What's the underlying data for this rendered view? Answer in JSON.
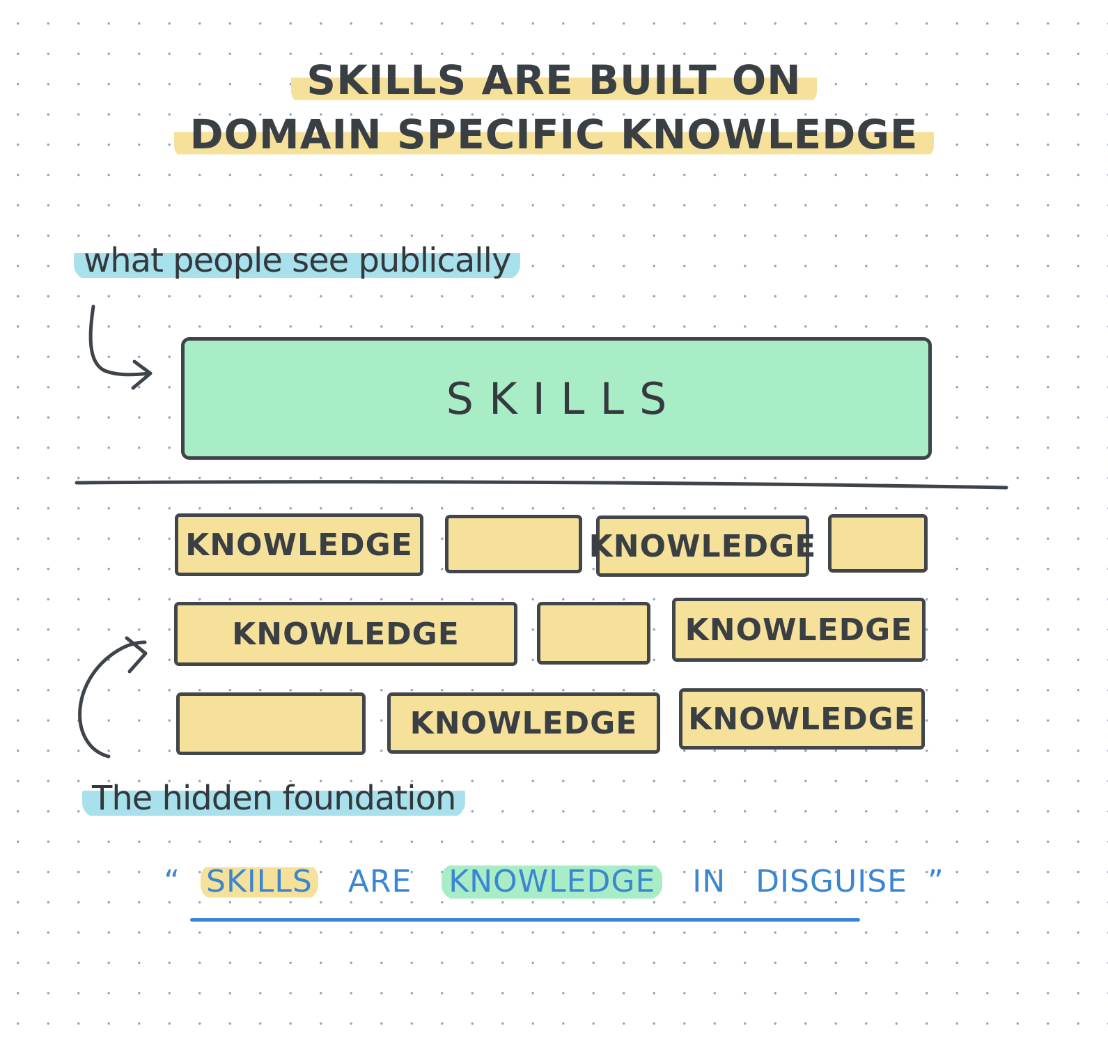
{
  "title": {
    "line1": "SKILLS ARE BUILT ON",
    "line2": "DOMAIN SPECIFIC KNOWLEDGE"
  },
  "annotations": {
    "top": "what people see publically",
    "bottom": "The hidden foundation"
  },
  "skills_box": {
    "label": "SKILLS"
  },
  "knowledge_rows": [
    [
      "KNOWLEDGE",
      "",
      "KNOWLEDGE",
      ""
    ],
    [
      "KNOWLEDGE",
      "",
      "KNOWLEDGE"
    ],
    [
      "",
      "KNOWLEDGE",
      "KNOWLEDGE"
    ]
  ],
  "quote": {
    "open_mark": "“",
    "word1": "SKILLS",
    "word2": "ARE",
    "word3": "KNOWLEDGE",
    "word4": "IN",
    "word5": "DISGUISE",
    "close_mark": "”"
  },
  "colors": {
    "skills_fill": "#a8edc6",
    "knowledge_fill": "#f6e19a",
    "annotation_highlight": "#a8e1ec",
    "quote_text": "#3a86d1",
    "ink": "#3e4449"
  }
}
